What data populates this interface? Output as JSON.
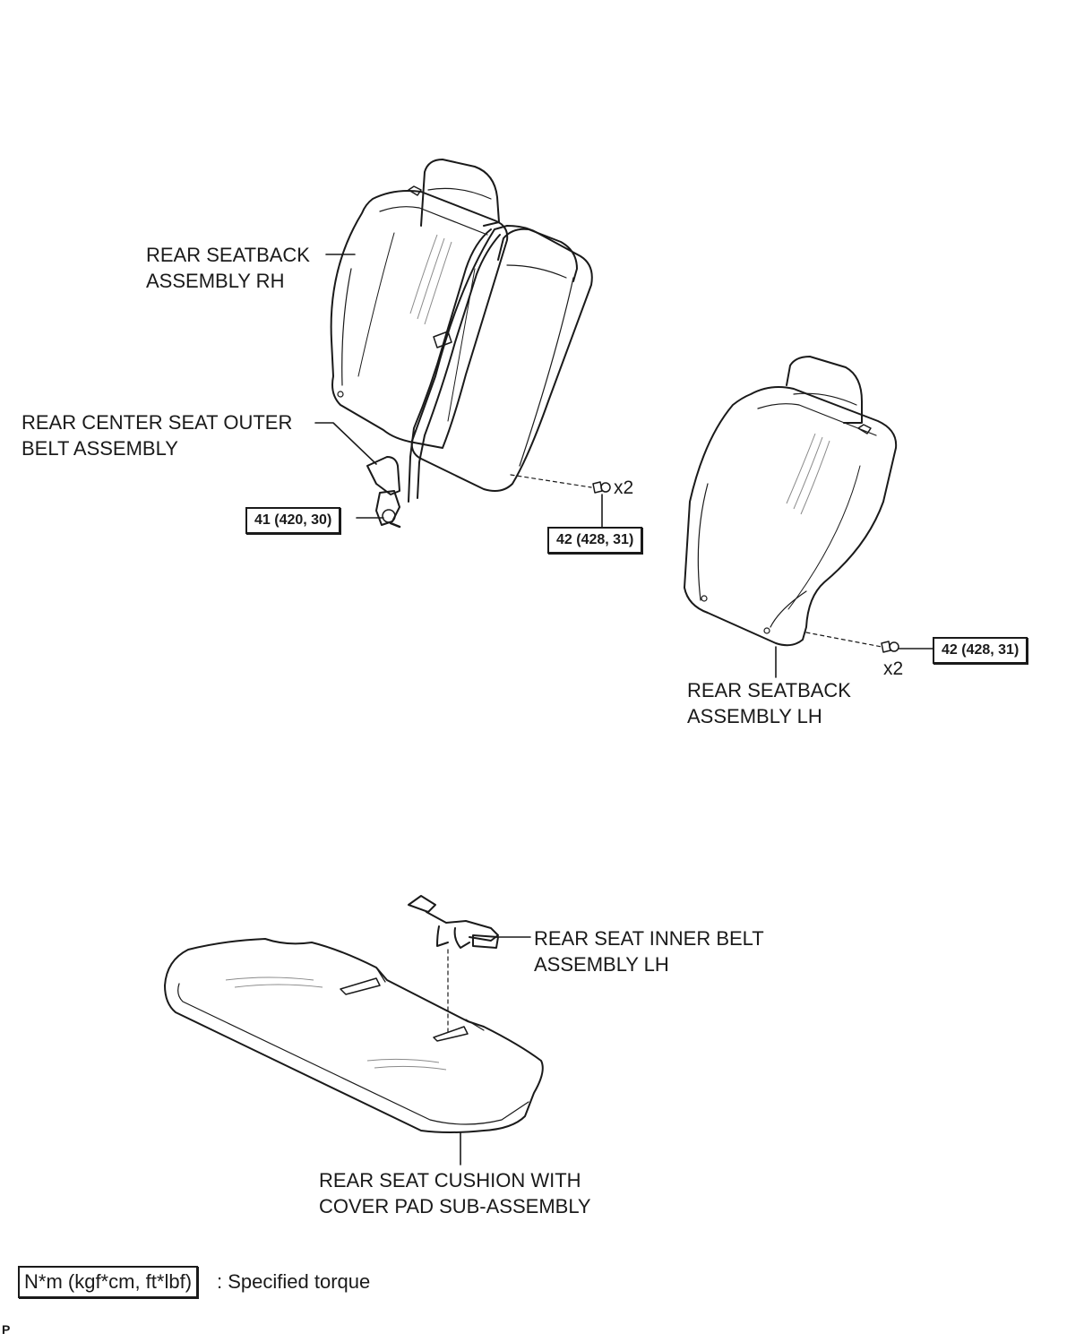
{
  "parts": {
    "rear_seatback_rh": [
      "REAR SEATBACK",
      "ASSEMBLY RH"
    ],
    "rear_center_seat_outer_belt": [
      "REAR CENTER SEAT OUTER",
      "BELT ASSEMBLY"
    ],
    "rear_seatback_lh": [
      "REAR SEATBACK",
      "ASSEMBLY LH"
    ],
    "rear_seat_inner_belt_lh": [
      "REAR SEAT INNER BELT",
      "ASSEMBLY LH"
    ],
    "rear_seat_cushion": [
      "REAR SEAT CUSHION WITH",
      "COVER PAD SUB-ASSEMBLY"
    ]
  },
  "torques": {
    "belt_anchor": "41 (420, 30)",
    "seatback_rh_bolt": "42 (428, 31)",
    "seatback_lh_bolt": "42 (428, 31)"
  },
  "quantities": {
    "seatback_rh_bolt": "x2",
    "seatback_lh_bolt": "x2"
  },
  "legend": {
    "unit_box": "N*m (kgf*cm, ft*lbf)",
    "description": ": Specified torque"
  },
  "corner_mark": "P",
  "colors": {
    "line": "#1a1a1a",
    "background": "#ffffff",
    "shading": "#8a8a8a"
  }
}
